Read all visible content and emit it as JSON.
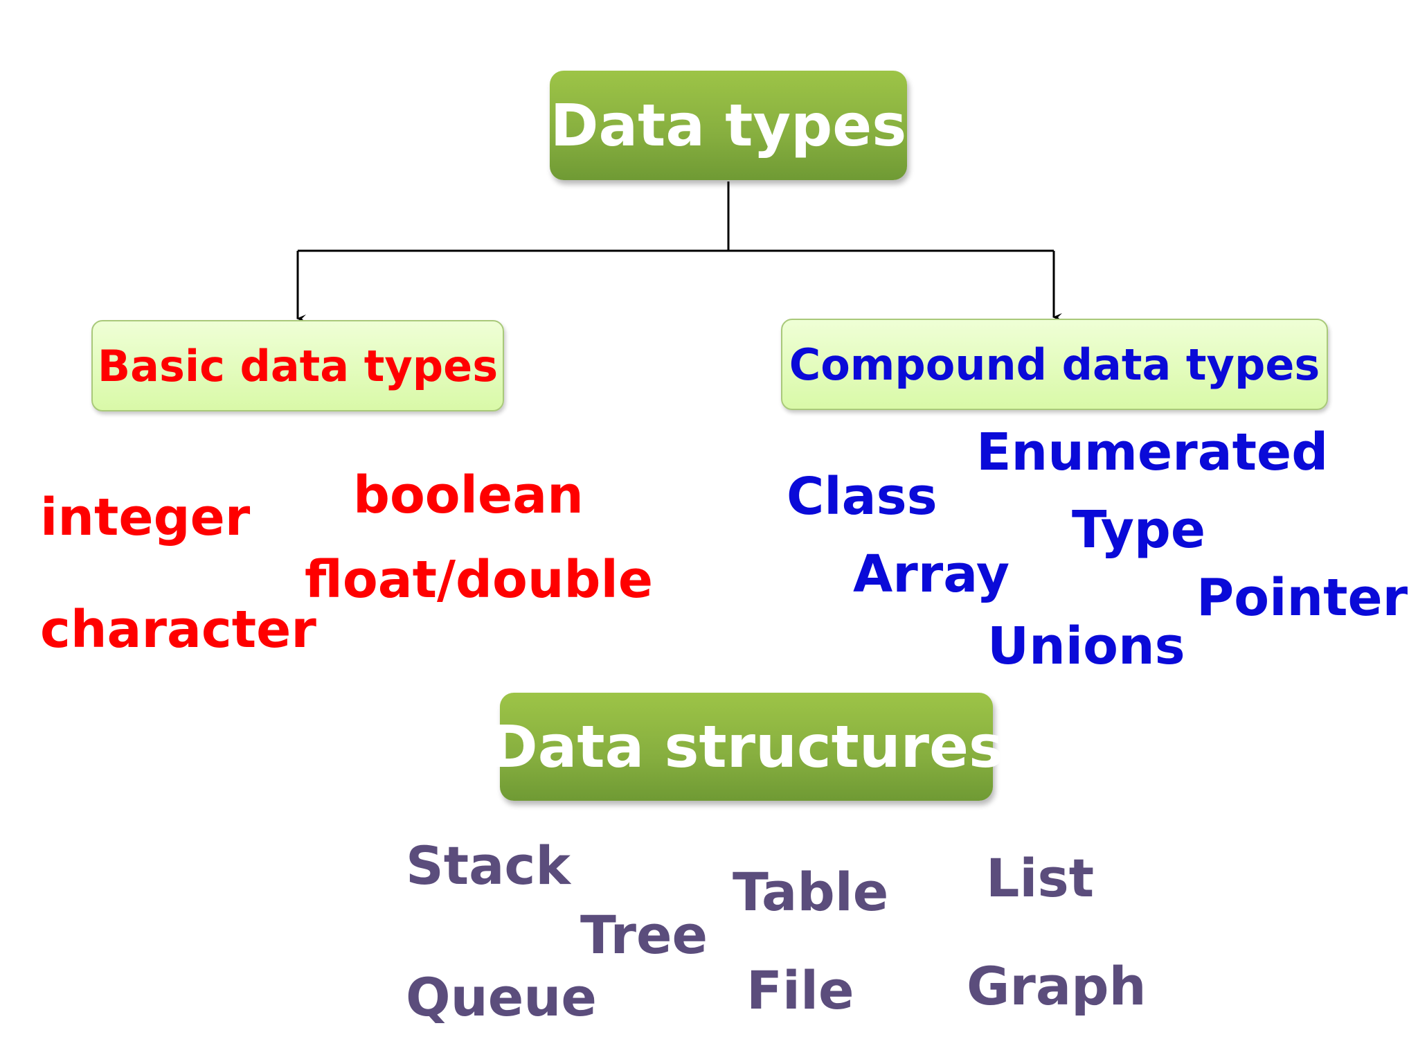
{
  "diagram": {
    "root": {
      "label": "Data types"
    },
    "basic": {
      "label": "Basic data types",
      "items": [
        "integer",
        "boolean",
        "float/double",
        "character"
      ]
    },
    "compound": {
      "label": "Compound data types",
      "items": [
        "Class",
        "Enumerated",
        "Type",
        "Array",
        "Pointer",
        "Unions"
      ]
    },
    "structures": {
      "label": "Data structures",
      "items": [
        "Stack",
        "Tree",
        "Table",
        "List",
        "Queue",
        "File",
        "Graph"
      ]
    }
  },
  "colors": {
    "basic_text": "#ff0000",
    "compound_text": "#0a0ad8",
    "structure_text": "#5b4d7c",
    "green_box": "#86ae3f",
    "light_box": "#d9f9a8"
  }
}
